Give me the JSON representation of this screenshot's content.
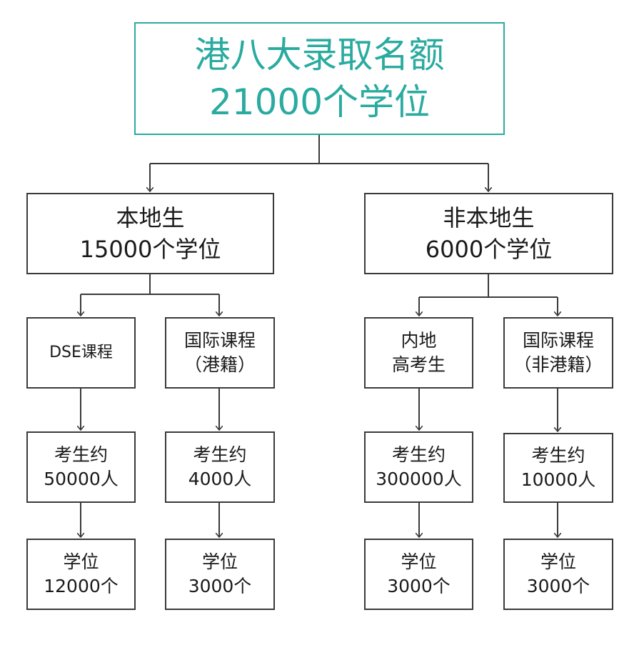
{
  "root": {
    "line1": "港八大录取名额",
    "line2": "21000个学位"
  },
  "local": {
    "title": "本地生",
    "quota": "15000个学位",
    "dse": {
      "label": "DSE课程",
      "applicants_label": "考生约",
      "applicants": "50000人",
      "places_label": "学位",
      "places": "12000个"
    },
    "intl": {
      "line1": "国际课程",
      "line2": "（港籍）",
      "applicants_label": "考生约",
      "applicants": "4000人",
      "places_label": "学位",
      "places": "3000个"
    }
  },
  "nonlocal": {
    "title": "非本地生",
    "quota": "6000个学位",
    "mainland": {
      "line1": "内地",
      "line2": "高考生",
      "applicants_label": "考生约",
      "applicants": "300000人",
      "places_label": "学位",
      "places": "3000个"
    },
    "intl": {
      "line1": "国际课程",
      "line2": "（非港籍）",
      "applicants_label": "考生约",
      "applicants": "10000人",
      "places_label": "学位",
      "places": "3000个"
    }
  },
  "colors": {
    "accent": "#2aaba0",
    "border": "#3a3a3a",
    "text": "#1a1a1a"
  }
}
